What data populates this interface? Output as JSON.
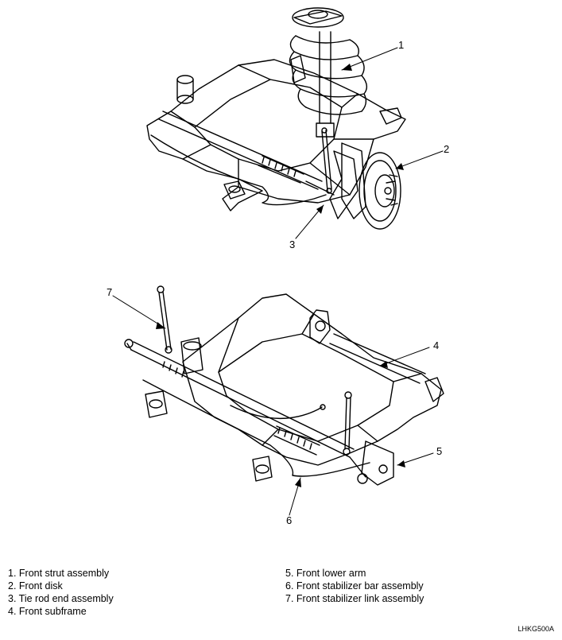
{
  "callouts": [
    "1",
    "2",
    "3",
    "4",
    "5",
    "6",
    "7"
  ],
  "legend": {
    "left": [
      "1. Front strut assembly",
      "2. Front disk",
      "3. Tie rod end assembly",
      "4. Front subframe"
    ],
    "right": [
      "5. Front lower arm",
      "6. Front stabilizer bar assembly",
      "7. Front stabilizer link assembly"
    ]
  },
  "figure_code": "LHKG500A"
}
